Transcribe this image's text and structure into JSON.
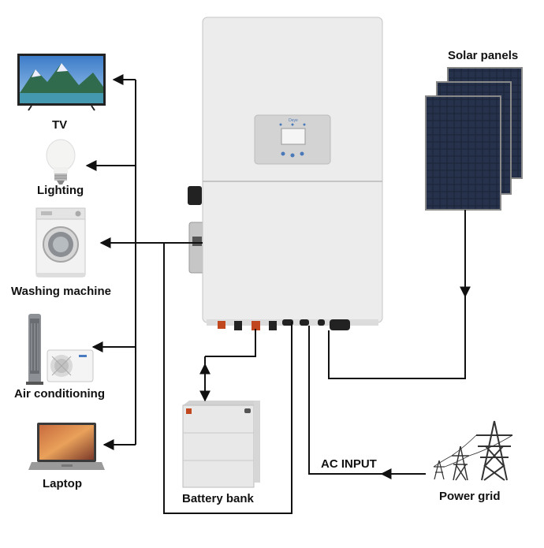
{
  "labels": {
    "tv": "TV",
    "lighting": "Lighting",
    "washing_machine": "Washing machine",
    "air_conditioning": "Air conditioning",
    "laptop": "Laptop",
    "solar_panels": "Solar panels",
    "battery_bank": "Battery bank",
    "ac_input": "AC INPUT",
    "power_grid": "Power grid"
  },
  "inverter": {
    "brand": "Deye"
  },
  "colors": {
    "wire": "#111111",
    "inverter_body": "#ececec",
    "solar_cell": "#1b2438",
    "battery_body": "#e6e6e6",
    "terminal_red": "#c0471e"
  }
}
